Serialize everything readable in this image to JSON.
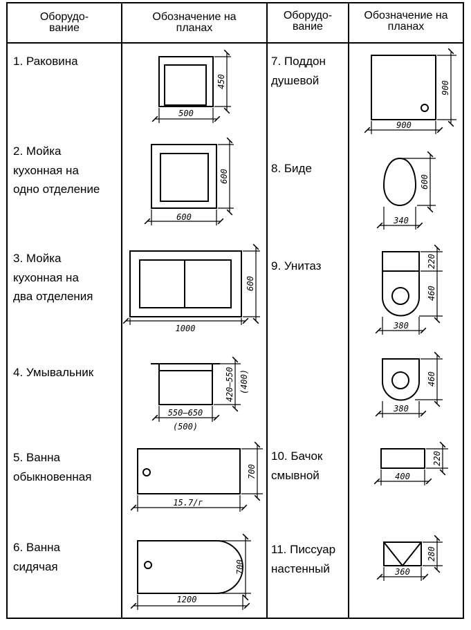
{
  "table": {
    "headers": {
      "col1": "Оборудо-\nвание",
      "col2": "Обозначение на\nпланах",
      "col3": "Оборудо-\nвание",
      "col4": "Обозначение на\nпланах"
    },
    "items": [
      {
        "label": "1. Раковина",
        "dims": [
          "500",
          "450"
        ]
      },
      {
        "label": "2. Мойка\nкухонная на\nодно отделение",
        "dims": [
          "600",
          "600"
        ]
      },
      {
        "label": "3. Мойка\nкухонная на\nдва отделения",
        "dims": [
          "1000",
          "600"
        ]
      },
      {
        "label": "4. Умывальник",
        "dims": [
          "550–650",
          "(500)",
          "420–550",
          "(400)"
        ]
      },
      {
        "label": "5. Ванна\nобыкновенная",
        "dims": [
          "15.7/г",
          "700"
        ]
      },
      {
        "label": "6. Ванна\nсидячая",
        "dims": [
          "1200",
          "700"
        ]
      },
      {
        "label": "7. Поддон\nдушевой",
        "dims": [
          "900",
          "900"
        ]
      },
      {
        "label": "8. Биде",
        "dims": [
          "340",
          "600"
        ]
      },
      {
        "label": "9. Унитаз",
        "dims": [
          "380",
          "220",
          "460",
          "380",
          "460"
        ]
      },
      {
        "label": "10. Бачок\nсмывной",
        "dims": [
          "400",
          "220"
        ]
      },
      {
        "label": "11. Писсуар\nнастенный",
        "dims": [
          "360",
          "280"
        ]
      }
    ]
  }
}
